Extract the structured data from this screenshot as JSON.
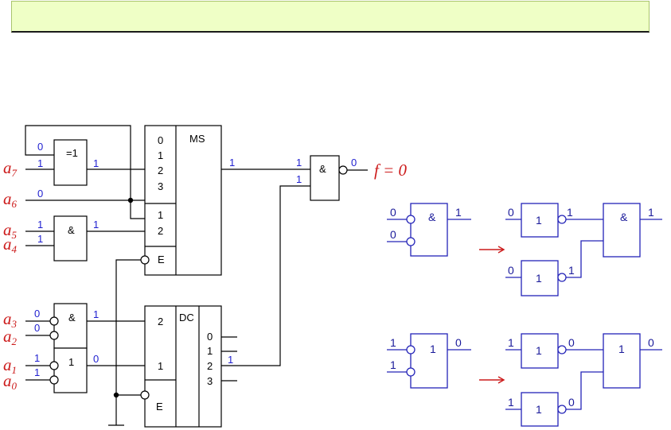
{
  "labels": {
    "xor": "=1",
    "and": "&",
    "or": "1",
    "ms": "MS",
    "dc": "DC",
    "enable": "E",
    "ms_in": [
      "0",
      "1",
      "2",
      "3"
    ],
    "ms_sel": [
      "1",
      "2"
    ],
    "dc_sel": [
      "2",
      "1"
    ],
    "dc_out": [
      "0",
      "1",
      "2",
      "3"
    ]
  },
  "inputs": {
    "a7": "a",
    "a7_sub": "7",
    "a6": "a",
    "a6_sub": "6",
    "a5": "a",
    "a5_sub": "5",
    "a4": "a",
    "a4_sub": "4",
    "a3": "a",
    "a3_sub": "3",
    "a2": "a",
    "a2_sub": "2",
    "a1": "a",
    "a1_sub": "1",
    "a0": "a",
    "a0_sub": "0"
  },
  "result": "f = 0",
  "values": {
    "xor_in_top": "0",
    "xor_in_a7": "1",
    "xor_out": "1",
    "a6": "0",
    "and1_in_a5": "1",
    "and1_in_a4": "1",
    "and1_out": "1",
    "ms_out": "1",
    "nand_in1": "1",
    "nand_in2": "1",
    "nand_out": "0",
    "and2_in_a3": "0",
    "and2_in_a2": "0",
    "and2_out": "1",
    "or_in_a1": "1",
    "or_in_a0": "1",
    "or_out": "0",
    "dc_out2": "1"
  },
  "equivalences": {
    "top_left_in1": "0",
    "top_left_in2": "0",
    "top_left_out": "1",
    "top_right_in1": "0",
    "top_right_out1": "1",
    "top_right_in2": "0",
    "top_right_out2": "1",
    "top_right_and_out": "1",
    "bot_left_in1": "1",
    "bot_left_in2": "1",
    "bot_left_out": "0",
    "bot_right_in1": "1",
    "bot_right_out1": "0",
    "bot_right_in2": "1",
    "bot_right_out2": "0",
    "bot_right_or_out": "0"
  },
  "colors": {
    "banner": "#efffc6",
    "logic_values": "#1f1fd0",
    "inputs": "#cc1a1a",
    "equivalence": "#2424b8"
  }
}
